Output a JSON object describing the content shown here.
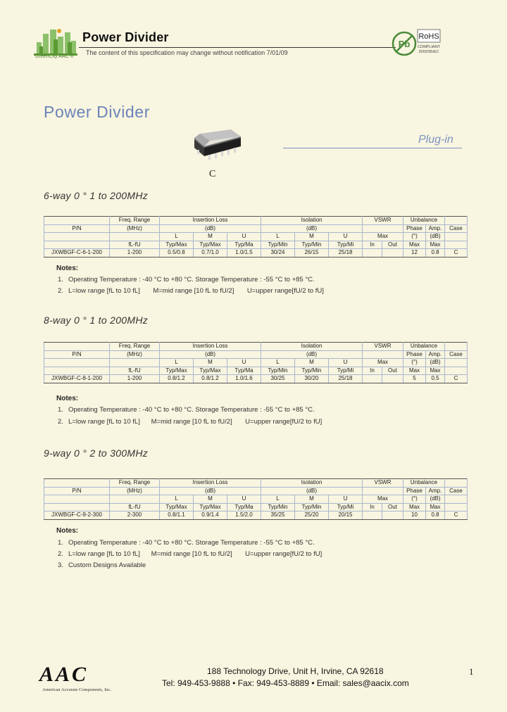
{
  "header": {
    "title": "Power Divider",
    "note": "The content of this specification may change without notification 7/01/09",
    "logo_caption": "GreenCity AAC ®",
    "rohs_symbol": "Pb",
    "rohs_label": "RoHS",
    "rohs_sub1": "COMPLIANT",
    "rohs_sub2": "2002/95/EC"
  },
  "main_title": "Power  Divider",
  "device": {
    "case_label": "C"
  },
  "plugin_label": "Plug-in",
  "sections": [
    {
      "title": "6-way 0 °   1 to 200MHz",
      "head": {
        "pn": "P/N",
        "freq1": "Freq. Range",
        "freq2": "(MHz)",
        "freq3": "fL-fU",
        "il1": "Insertion Loss",
        "il2": "(dB)",
        "L": "L",
        "M": "M",
        "U": "U",
        "il_sub_L": "Typ/Max",
        "il_sub_M": "Typ/Max",
        "il_sub_U": "Typ/Ma",
        "iso1": "Isolation",
        "iso2": "(dB)",
        "iso_sub_L": "Typ/Min",
        "iso_sub_M": "Typ/Min",
        "iso_sub_U": "Typ/Mi",
        "vswr": "VSWR",
        "vswr_max": "Max",
        "vswr_in": "In",
        "vswr_out": "Out",
        "unb": "Unbalance",
        "phase": "Phase",
        "phase_unit": "(°)",
        "amp": "Amp.",
        "amp_unit": "(dB)",
        "max1": "Max",
        "max2": "Max",
        "case": "Case"
      },
      "row": {
        "pn": "JXWBGF-C-6-1-200",
        "freq": "1-200",
        "il_L": "0.5/0.8",
        "il_M": "0.7/1.0",
        "il_U": "1.0/1.5",
        "iso_L": "30/24",
        "iso_M": "26/15",
        "iso_U": "25/18",
        "vswr_in": "",
        "vswr_out": "",
        "phase": "12",
        "amp": "0.8",
        "case": "C"
      },
      "notes_title": "Notes:",
      "notes": [
        {
          "num": "1.",
          "text": "Operating Temperature : -40 °C to +80 °C. Storage Temperature : -55 °C to +85 °C."
        },
        {
          "num": "2.",
          "text": "L=low range [fL to 10 fL]       M=mid range [10 fL to fU/2]       U=upper range[fU/2 to fU]"
        }
      ]
    },
    {
      "title": "8-way 0 °   1 to 200MHz",
      "head": {
        "pn": "P/N",
        "freq1": "Freq. Range",
        "freq2": "(MHz)",
        "freq3": "fL-fU",
        "il1": "Insertion Loss",
        "il2": "(dB)",
        "L": "L",
        "M": "M",
        "U": "U",
        "il_sub_L": "Typ/Max",
        "il_sub_M": "Typ/Max",
        "il_sub_U": "Typ/Ma",
        "iso1": "Isolation",
        "iso2": "(dB)",
        "iso_sub_L": "Typ/Min",
        "iso_sub_M": "Typ/Min",
        "iso_sub_U": "Typ/Mi",
        "vswr": "VSWR",
        "vswr_max": "Max",
        "vswr_in": "In",
        "vswr_out": "Out",
        "unb": "Unbalance",
        "phase": "Phase",
        "phase_unit": "(°)",
        "amp": "Amp.",
        "amp_unit": "(dB)",
        "max1": "Max",
        "max2": "Max",
        "case": "Case"
      },
      "row": {
        "pn": "JXWBGF-C-8-1-200",
        "freq": "1-200",
        "il_L": "0.8/1.2",
        "il_M": "0.8/1.2",
        "il_U": "1.0/1.6",
        "iso_L": "30/25",
        "iso_M": "30/20",
        "iso_U": "25/18",
        "vswr_in": "",
        "vswr_out": "",
        "phase": "5",
        "amp": "0.5",
        "case": "C"
      },
      "notes_title": "Notes:",
      "notes": [
        {
          "num": "1.",
          "text": "Operating Temperature : -40 °C to +80 °C. Storage Temperature : -55 °C to +85 °C."
        },
        {
          "num": "2.",
          "text": "L=low range [fL to 10 fL]      M=mid range [10 fL to fU/2]       U=upper range[fU/2 to fU]"
        }
      ]
    },
    {
      "title": "9-way 0 °   2 to 300MHz",
      "head": {
        "pn": "P/N",
        "freq1": "Freq. Range",
        "freq2": "(MHz)",
        "freq3": "fL-fU",
        "il1": "Insertion Loss",
        "il2": "(dB)",
        "L": "L",
        "M": "M",
        "U": "U",
        "il_sub_L": "Typ/Max",
        "il_sub_M": "Typ/Max",
        "il_sub_U": "Typ/Ma",
        "iso1": "Isolation",
        "iso2": "(dB)",
        "iso_sub_L": "Typ/Min",
        "iso_sub_M": "Typ/Min",
        "iso_sub_U": "Typ/Mi",
        "vswr": "VSWR",
        "vswr_max": "Max",
        "vswr_in": "In",
        "vswr_out": "Out",
        "unb": "Unbalance",
        "phase": "Phase",
        "phase_unit": "(°)",
        "amp": "Amp.",
        "amp_unit": "(dB)",
        "max1": "Max",
        "max2": "Max",
        "case": "Case"
      },
      "row": {
        "pn": "JXWBGF-C-9-2-300",
        "freq": "2-300",
        "il_L": "0.8/1.1",
        "il_M": "0.9/1.4",
        "il_U": "1.5/2.0",
        "iso_L": "35/25",
        "iso_M": "25/20",
        "iso_U": "20/15",
        "vswr_in": "",
        "vswr_out": "",
        "phase": "10",
        "amp": "0.8",
        "case": "C"
      },
      "notes_title": "Notes:",
      "notes": [
        {
          "num": "1.",
          "text": "Operating Temperature : -40 °C to +80 °C. Storage Temperature : -55 °C to +85 °C."
        },
        {
          "num": "2.",
          "text": "L=low range [fL to 10 fL]      M=mid range [10 fL to fU/2]       U=upper range[fU/2 to fU]"
        },
        {
          "num": "3.",
          "text": "Custom Designs Available"
        }
      ]
    }
  ],
  "footer": {
    "logo": "AAC",
    "company": "American Accurate Components, Inc.",
    "address": "188 Technology Drive, Unit H, Irvine, CA 92618",
    "contact": "Tel: 949-453-9888 • Fax: 949-453-8889 • Email: sales@aacix.com",
    "page": "1"
  },
  "colors": {
    "background": "#f8f5e0",
    "accent": "#6b84b8",
    "logo_green": "#5c9a34",
    "rohs_green": "#4a8a3a"
  }
}
